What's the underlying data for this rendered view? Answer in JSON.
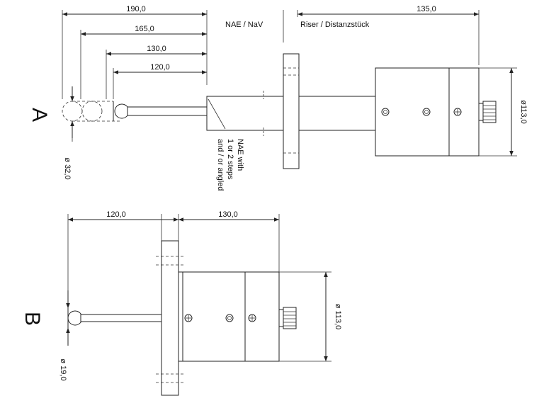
{
  "view_a": {
    "label": "A",
    "dims": {
      "d190": "190,0",
      "d165": "165,0",
      "d130": "130,0",
      "d120": "120,0",
      "d135": "135,0",
      "dia113": "ø113,0",
      "dia32": "ø 32,0"
    },
    "section_nae": "NAE / NaV",
    "section_riser": "Riser / Distanzstück",
    "note_lines": [
      "NAE with",
      "1 or 2 steps",
      "and / or angled"
    ]
  },
  "view_b": {
    "label": "B",
    "dims": {
      "d120": "120,0",
      "d130": "130,0",
      "dia113": "ø 113,0",
      "dia19": "ø 19,0"
    }
  }
}
